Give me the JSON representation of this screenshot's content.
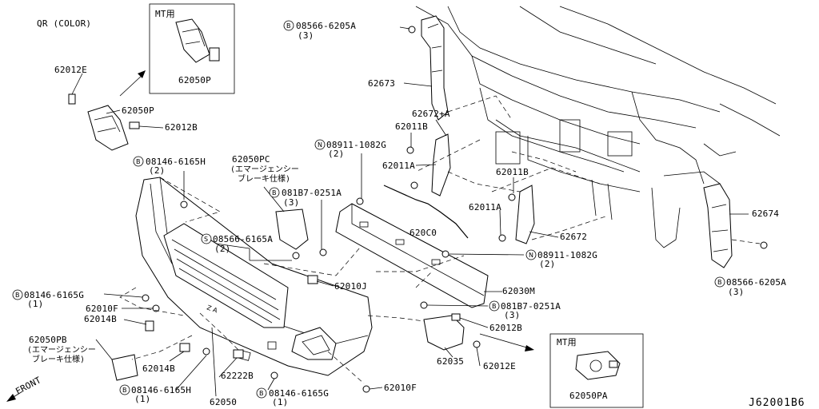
{
  "catalog_number": "J62001B6",
  "qr_note": "QR (COLOR)",
  "front_label": "FRONT",
  "insets": [
    {
      "tag": "MT用",
      "part": "62050P"
    },
    {
      "tag": "MT用",
      "part": "62050PA"
    }
  ],
  "parts": {
    "p62012E_top": "62012E",
    "p62050P": "62050P",
    "p62012B_left": "62012B",
    "b08146_6165H_top": "08146-6165H",
    "b08146_6165H_top_qty": "(2)",
    "p62050PC": "62050PC",
    "p62050PC_note1": "(エマージェンシー",
    "p62050PC_note2": "ブレーキ仕様)",
    "b08566_6205A_top": "08566-6205A",
    "b08566_6205A_top_qty": "(3)",
    "p62673": "62673",
    "p62672A": "62672+A",
    "p62011B_a": "62011B",
    "n08911_1082G_top": "08911-1082G",
    "n08911_1082G_top_qty": "(2)",
    "p62011A_a": "62011A",
    "p62011B_b": "62011B",
    "p62011A_b": "62011A",
    "b081B7_0251A_top": "081B7-0251A",
    "b081B7_0251A_top_qty": "(3)",
    "s08566_6165A": "08566-6165A",
    "s08566_6165A_qty": "(2)",
    "p620C0": "620C0",
    "p62672": "62672",
    "p62674": "62674",
    "n08911_1082G_bot": "08911-1082G",
    "n08911_1082G_bot_qty": "(2)",
    "b08566_6205A_bot": "08566-6205A",
    "b08566_6205A_bot_qty": "(3)",
    "b08146_6165G_left": "08146-6165G",
    "b08146_6165G_left_qty": "(1)",
    "p62010J": "62010J",
    "p62030M": "62030M",
    "p62010F_left": "62010F",
    "p62014B_left": "62014B",
    "b081B7_0251A_bot": "081B7-0251A",
    "b081B7_0251A_bot_qty": "(3)",
    "p62012B_right": "62012B",
    "p62050PB": "62050PB",
    "p62050PB_note1": "(エマージェンシー",
    "p62050PB_note2": "ブレーキ仕様)",
    "p62035": "62035",
    "p62012E_bot": "62012E",
    "p62014B_bot": "62014B",
    "p62222B": "62222B",
    "b08146_6165H_bot": "08146-6165H",
    "b08146_6165H_bot_qty": "(1)",
    "p62050": "62050",
    "b08146_6165G_bot": "08146-6165G",
    "b08146_6165G_bot_qty": "(1)",
    "p62010F_bot": "62010F"
  },
  "markers": {
    "bolt": "B",
    "screw": "S",
    "nut": "N"
  }
}
